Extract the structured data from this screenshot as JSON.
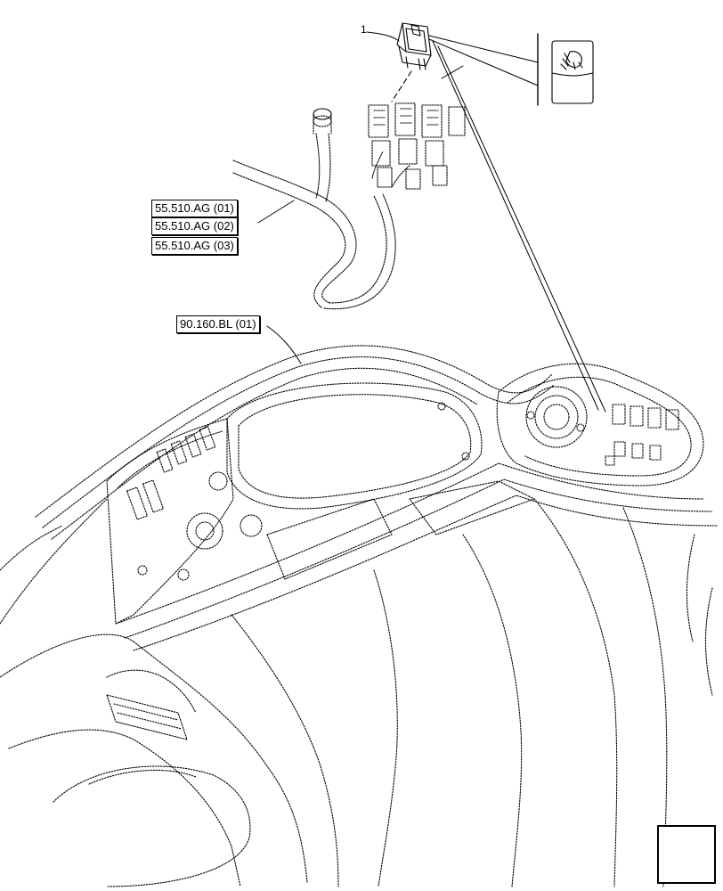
{
  "callouts": {
    "part_1": "1"
  },
  "references": [
    {
      "label": "55.510.AG (01)"
    },
    {
      "label": "55.510.AG (02)"
    },
    {
      "label": "55.510.AG (03)"
    },
    {
      "label": "90.160.BL (01)"
    }
  ],
  "icons": {
    "switch_symbol": "work-light-icon",
    "navigation": "next-page-arrow-icon"
  },
  "colors": {
    "line": "#000000",
    "background": "#ffffff"
  }
}
